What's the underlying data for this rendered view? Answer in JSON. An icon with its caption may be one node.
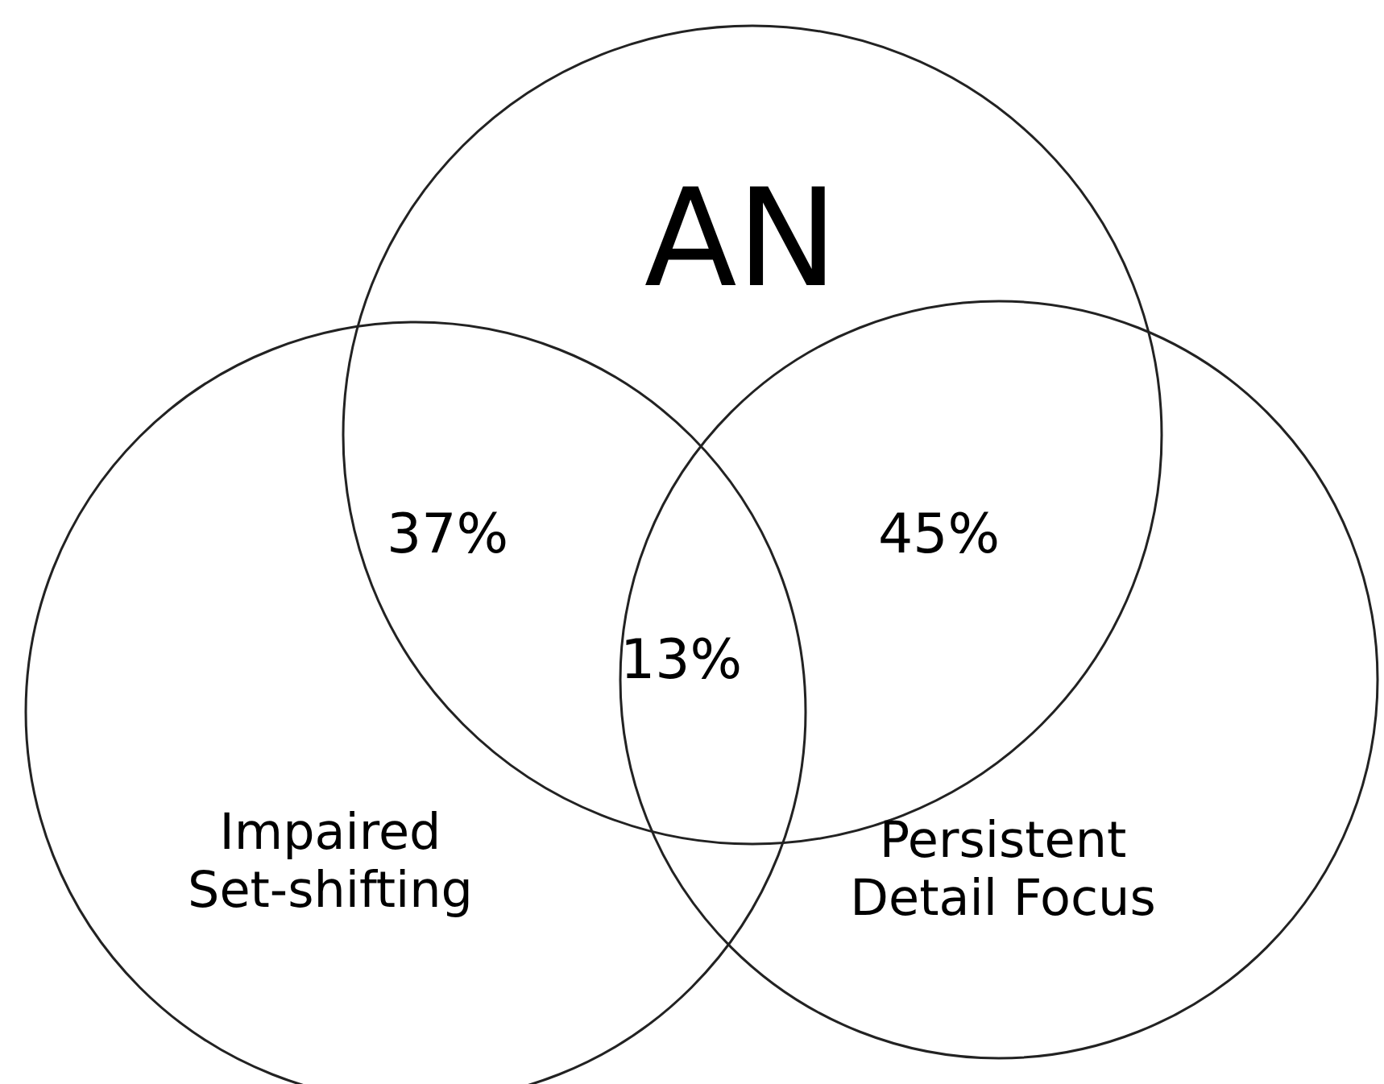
{
  "diagram": {
    "nodes": [
      {
        "text": [
          "AN"
        ]
      },
      {
        "text": [
          "Impaired Set-shifting"
        ]
      },
      {
        "text": [
          "Persistent Detail Focus"
        ]
      }
    ],
    "edges": [],
    "labels": [
      "37%",
      "45%",
      "13%"
    ]
  }
}
